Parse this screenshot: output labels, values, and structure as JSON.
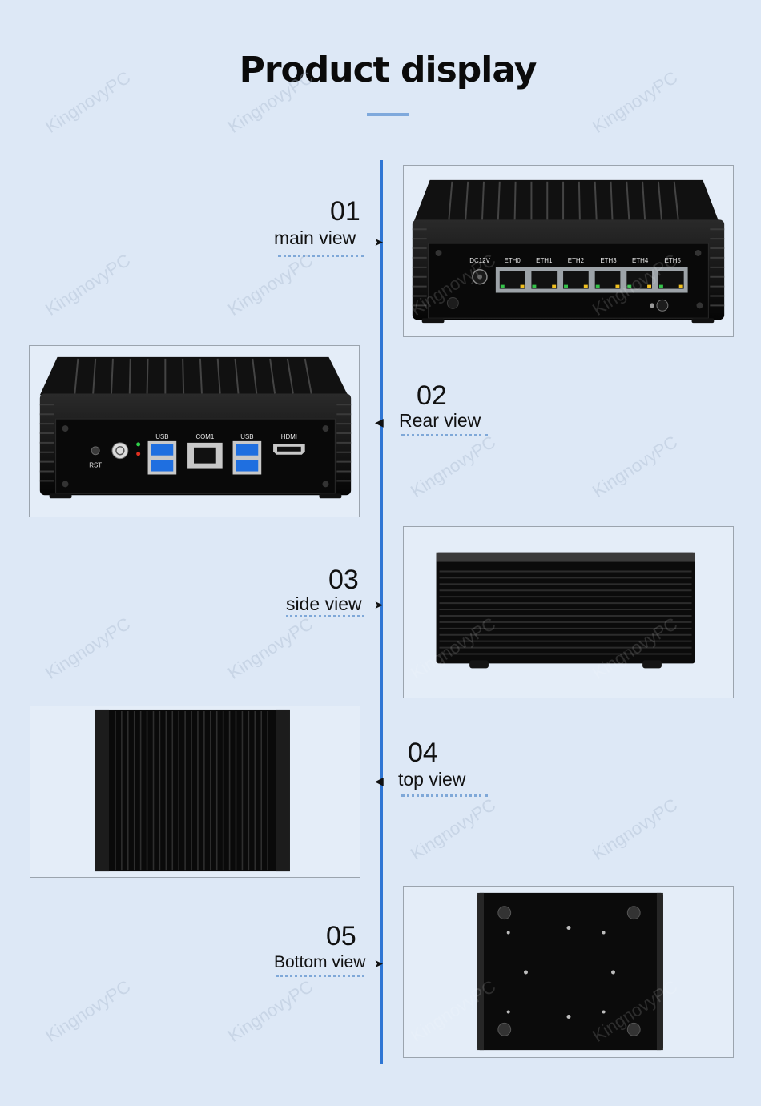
{
  "header": {
    "title": "Product display"
  },
  "watermark": "KingnovyPC",
  "views": [
    {
      "number": "01",
      "name": "main view",
      "arrow": "➤"
    },
    {
      "number": "02",
      "name": "Rear view",
      "arrow": "◀"
    },
    {
      "number": "03",
      "name": "side view",
      "arrow": "➤"
    },
    {
      "number": "04",
      "name": "top view",
      "arrow": "◀"
    },
    {
      "number": "05",
      "name": "Bottom view",
      "arrow": "➤"
    }
  ],
  "main_view_panel": {
    "power_label": "DC12V",
    "ports": [
      "ETH0",
      "ETH1",
      "ETH2",
      "ETH3",
      "ETH4",
      "ETH5"
    ]
  },
  "rear_view_panel": {
    "rst_label": "RST",
    "usb_left_label": "USB",
    "com_label": "COM1",
    "usb_right_label": "USB",
    "hdmi_label": "HDMI"
  },
  "colors": {
    "accent": "#2f76d4",
    "background": "#dde8f6",
    "device": "#0c0c0c",
    "usb_blue": "#1f6fe0"
  }
}
